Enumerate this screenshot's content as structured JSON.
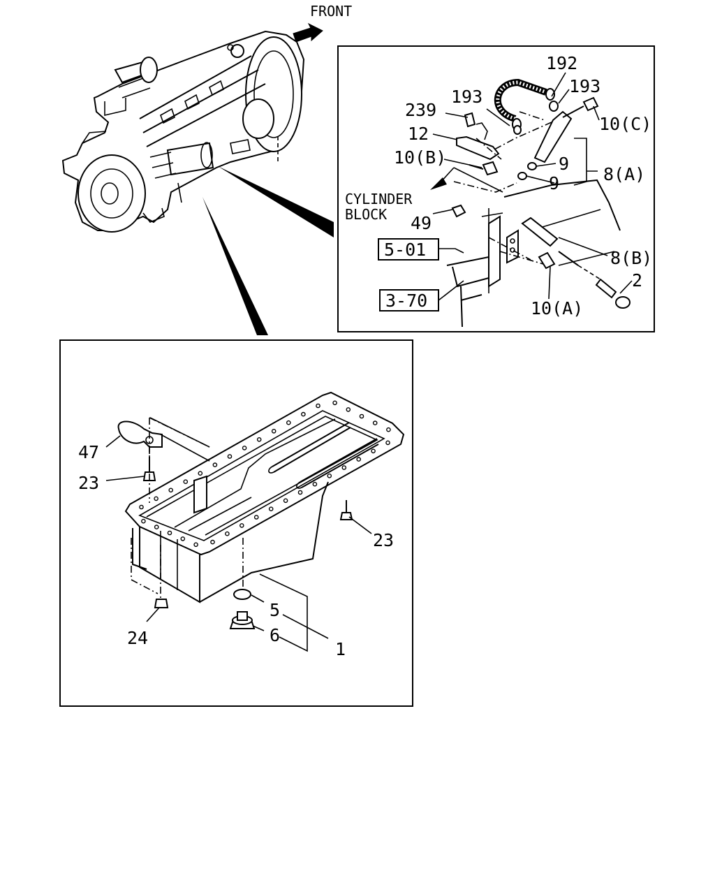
{
  "direction": {
    "front_label": "FRONT"
  },
  "detail_box": {
    "labels": {
      "p192": "192",
      "p193a": "193",
      "p193b": "193",
      "p239": "239",
      "p12": "12",
      "p10c": "10(C)",
      "p10b": "10(B)",
      "p9a": "9",
      "p9b": "9",
      "p8a": "8(A)",
      "p49": "49",
      "p8b": "8(B)",
      "p2": "2",
      "p10a": "10(A)"
    },
    "cylinder_block": [
      "CYLINDER",
      "BLOCK"
    ],
    "references": [
      "5-01",
      "3-70"
    ]
  },
  "oil_pan_box": {
    "labels": {
      "p47": "47",
      "p23a": "23",
      "p23b": "23",
      "p24": "24",
      "p5": "5",
      "p6": "6",
      "p1": "1"
    }
  }
}
